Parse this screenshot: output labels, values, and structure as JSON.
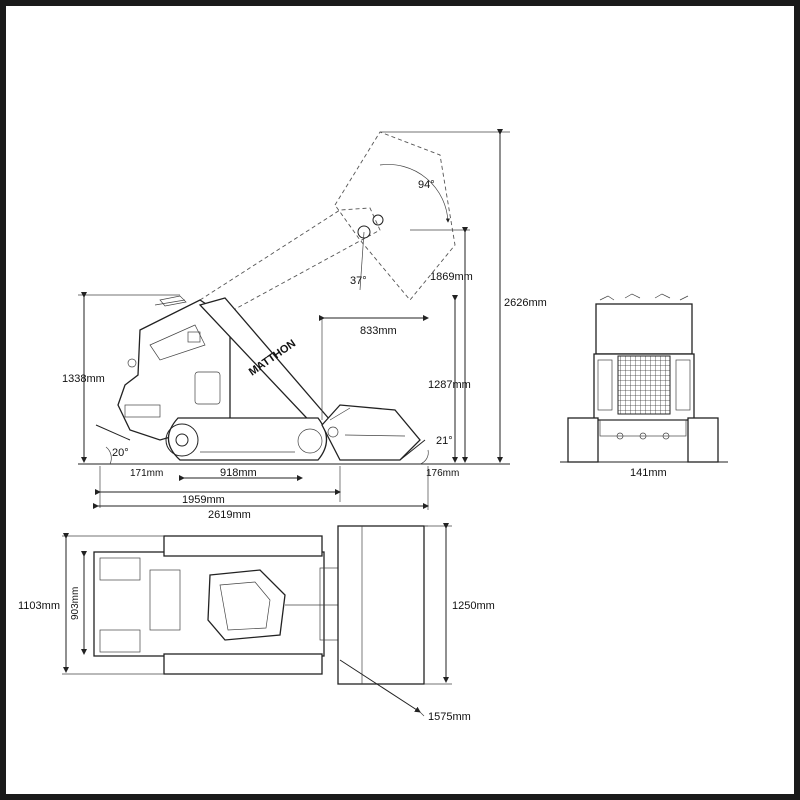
{
  "drawing": {
    "brand": "MATTHON",
    "side_view": {
      "height_1338": "1338mm",
      "max_height_2626": "2626mm",
      "dump_height_1869": "1869mm",
      "bucket_height_1287": "1287mm",
      "reach_833": "833mm",
      "track_918": "918mm",
      "rear_171": "171mm",
      "front_176": "176mm",
      "length_1959": "1959mm",
      "length_2619": "2619mm",
      "angle_94": "94°",
      "angle_37": "37°",
      "angle_20": "20°",
      "angle_21": "21°"
    },
    "front_view": {
      "clearance_141": "141mm"
    },
    "top_view": {
      "width_1103": "1103mm",
      "track_903": "903mm",
      "bucket_width_1250": "1250mm",
      "radius_1575": "1575mm"
    }
  }
}
